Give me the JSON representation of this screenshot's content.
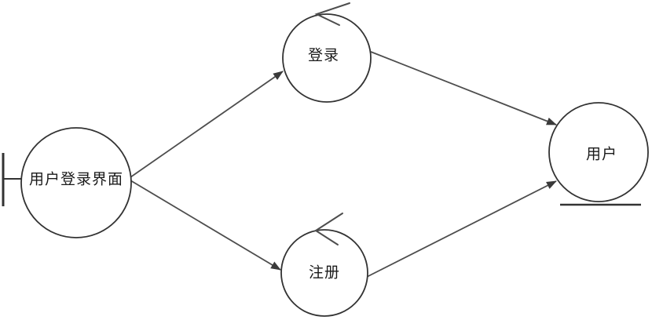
{
  "diagram": {
    "kind": "state-diagram",
    "nodes": {
      "login_screen": {
        "label": "用户登录界面",
        "initial_state": true
      },
      "login": {
        "label": "登录",
        "self_loop": true
      },
      "register": {
        "label": "注册",
        "self_loop": true
      },
      "user": {
        "label": "用户",
        "final_underline": true
      }
    },
    "edges": [
      {
        "from": "login_screen",
        "to": "login"
      },
      {
        "from": "login_screen",
        "to": "register"
      },
      {
        "from": "login",
        "to": "user"
      },
      {
        "from": "register",
        "to": "user"
      }
    ],
    "colors": {
      "background": "#ffffff",
      "node_fill": "#ffffff",
      "node_stroke": "#333333",
      "edge_line": "#4d4d4d",
      "text": "#1a1a1a"
    }
  }
}
